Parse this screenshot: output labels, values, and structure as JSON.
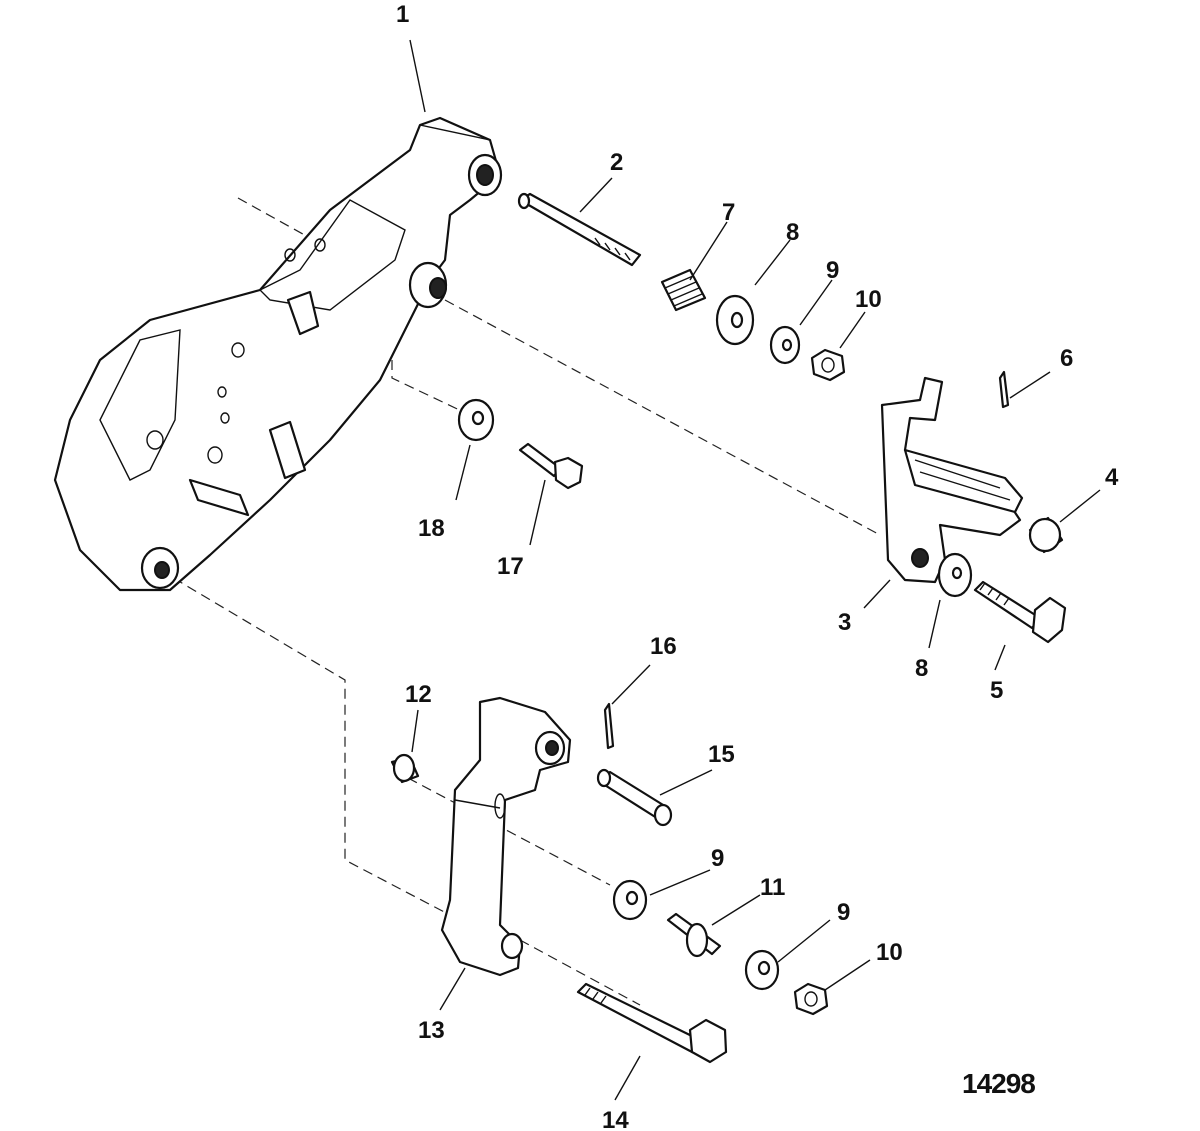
{
  "figure_number": "14298",
  "callouts": {
    "c1": "1",
    "c2": "2",
    "c3": "3",
    "c4": "4",
    "c5": "5",
    "c6": "6",
    "c7": "7",
    "c8a": "8",
    "c8b": "8",
    "c9a": "9",
    "c9b": "9",
    "c9c": "9",
    "c10a": "10",
    "c10b": "10",
    "c11": "11",
    "c12": "12",
    "c13": "13",
    "c14": "14",
    "c15": "15",
    "c16": "16",
    "c17": "17",
    "c18": "18"
  }
}
